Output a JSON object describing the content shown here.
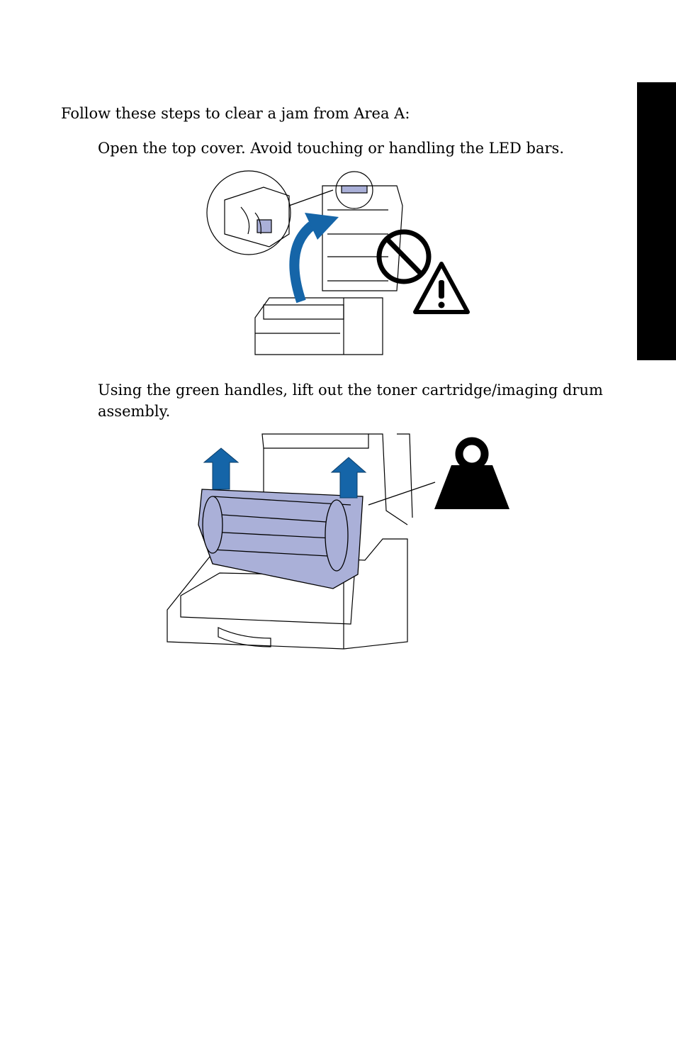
{
  "intro": "Follow these steps to clear a jam from Area A:",
  "steps": [
    "Open the top cover. Avoid touching or handling the LED bars.",
    "Using the green handles, lift out the toner cartridge/imaging drum assembly."
  ],
  "colors": {
    "tab": "#000000",
    "arrow": "#1565a8",
    "part": "#aab0d8"
  },
  "icons": [
    "no-touch-icon",
    "warning-icon",
    "heavy-weight-icon",
    "lift-arrow-icon"
  ]
}
